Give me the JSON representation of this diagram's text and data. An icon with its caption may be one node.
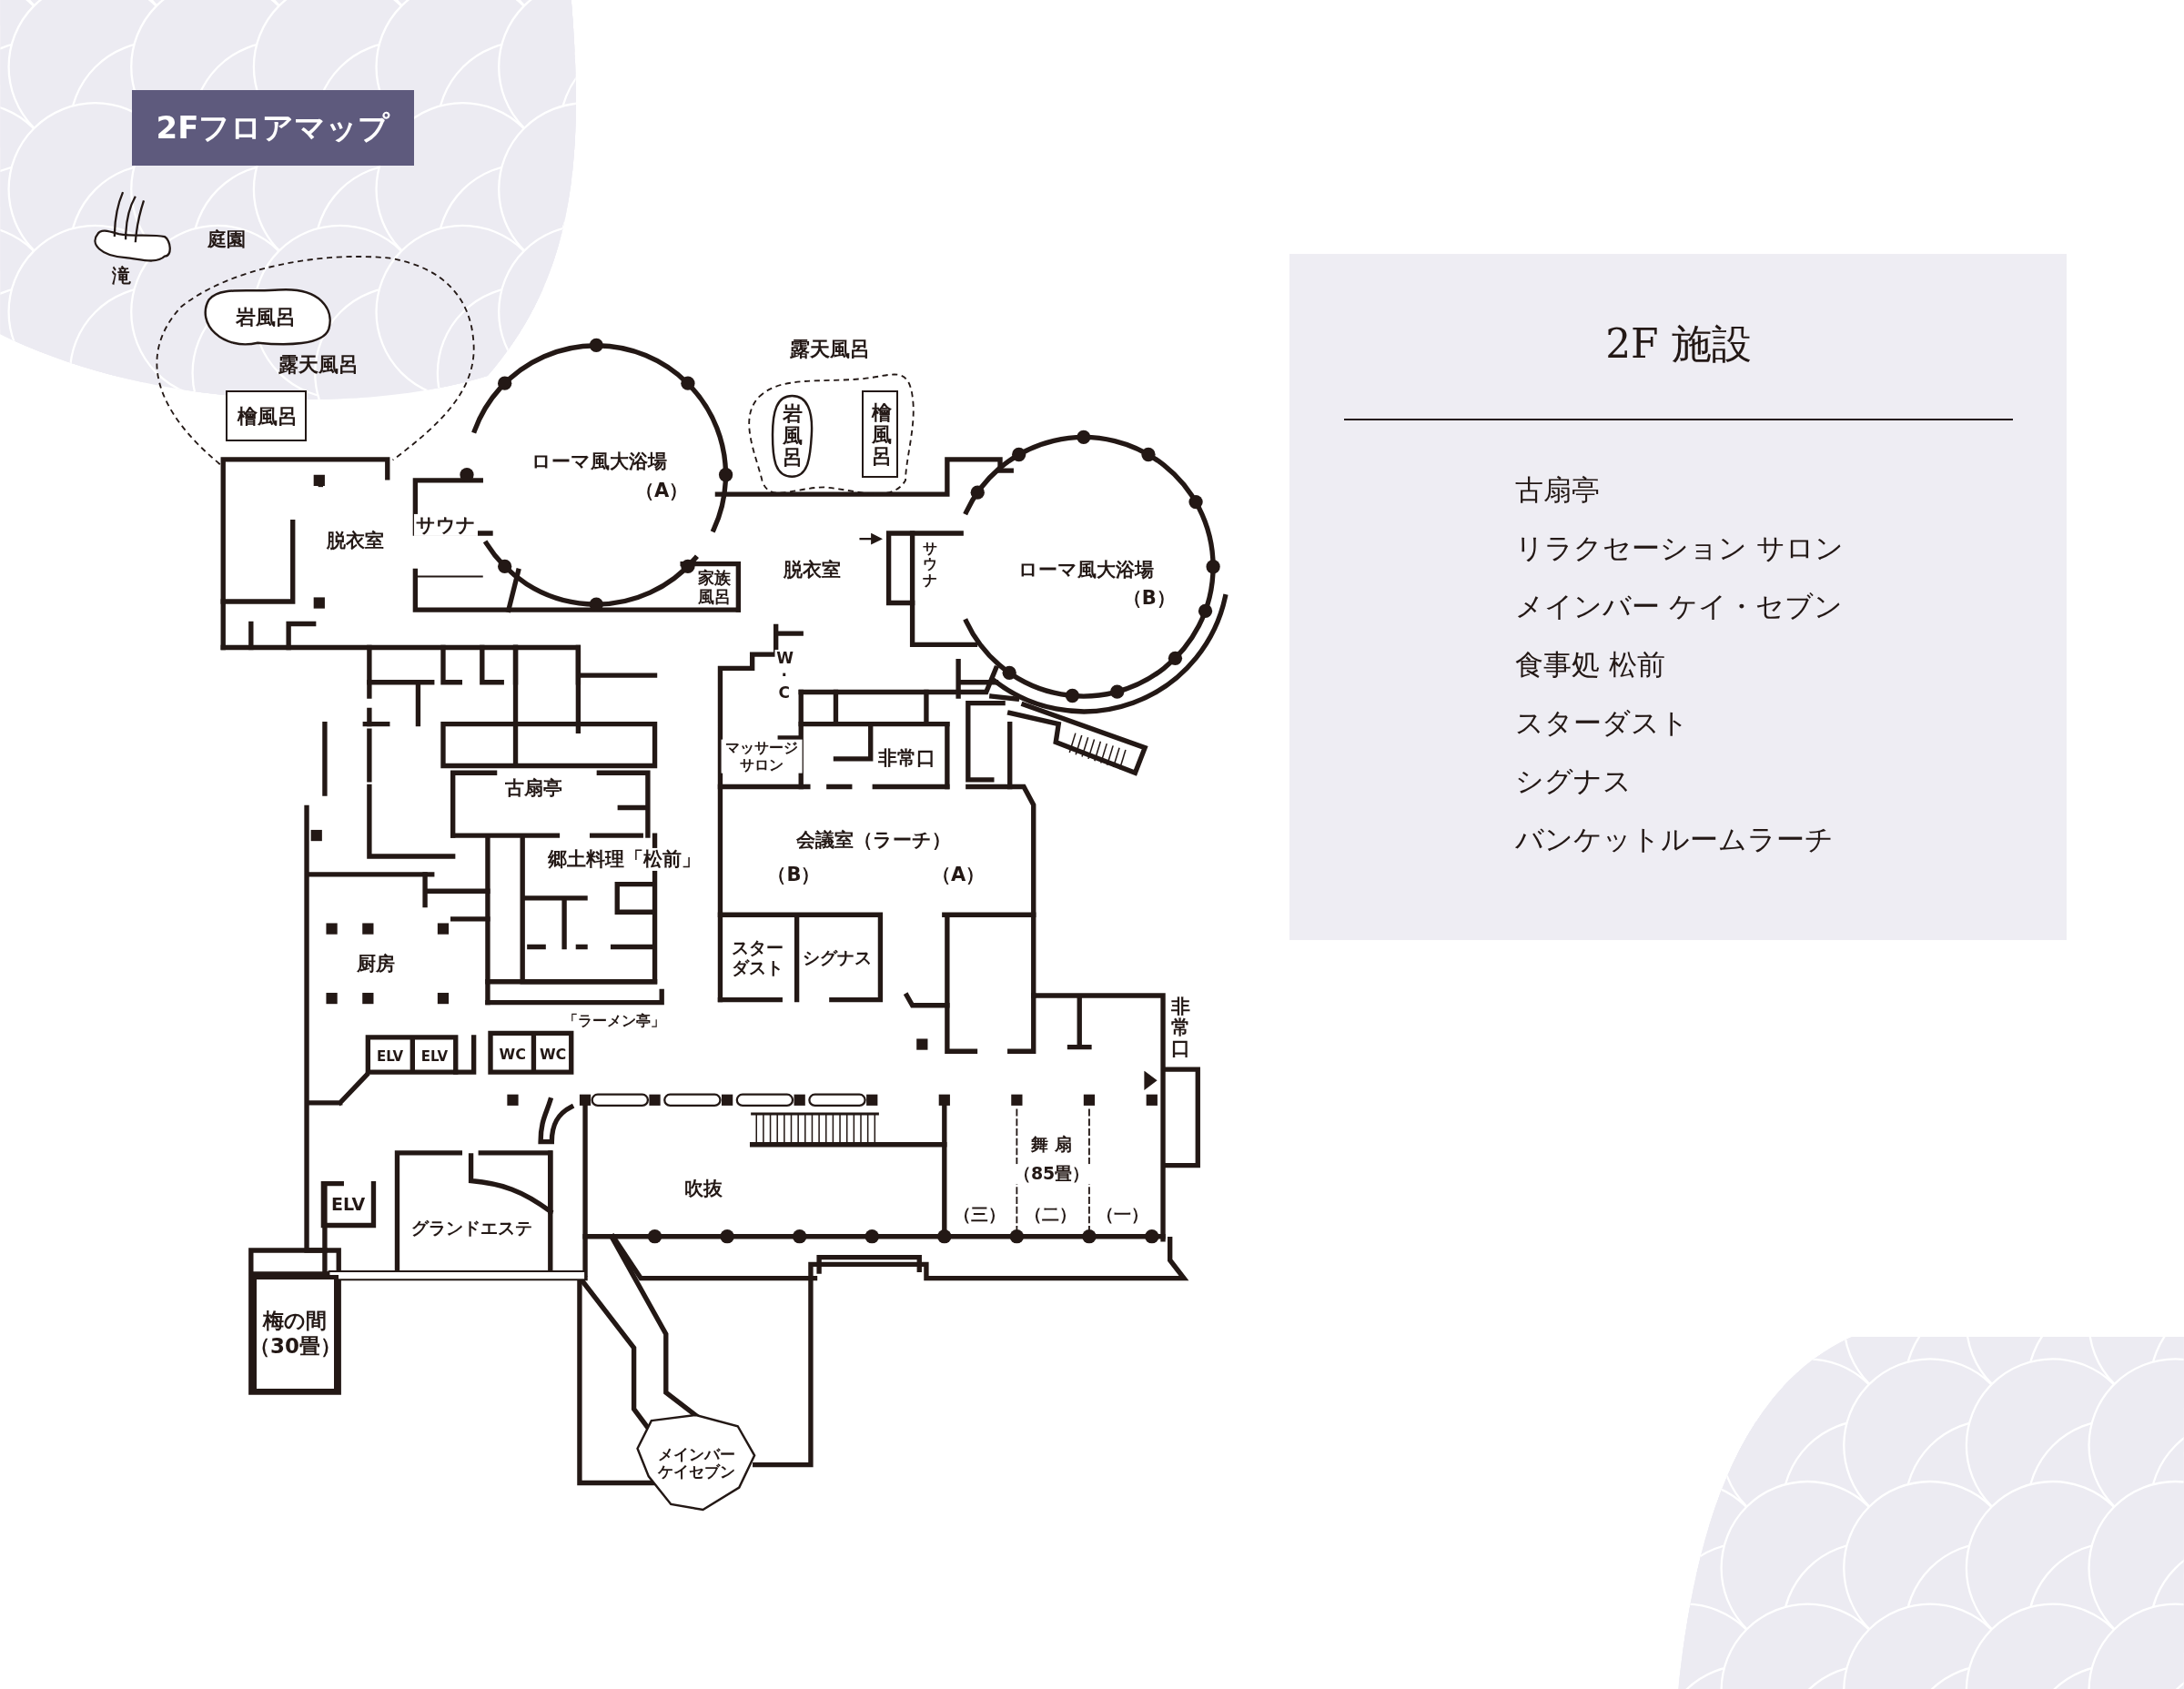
{
  "diagram": {
    "title": "2Fフロアマップ",
    "nodes": [
      {
        "text": [
          "露天風呂"
        ]
      },
      {
        "text": [
          "岩風呂"
        ],
        "in": 0
      },
      {
        "text": [
          "檜風呂"
        ],
        "in": 0
      },
      {
        "text": [
          "露天風呂"
        ]
      },
      {
        "text": [
          "岩風呂"
        ],
        "in": 3
      },
      {
        "text": [
          "檜風呂"
        ],
        "in": 3
      },
      {
        "text": [
          "梅の間",
          "（30畳）"
        ]
      },
      {
        "text": [
          "メインバーケイセブン"
        ]
      },
      {
        "text": [
          "2F 施設",
          "古扇亭",
          "リラクセーション サロン",
          "メインバー ケイ・セブン",
          "食事処 松前",
          "スターダスト",
          "シグナス",
          "バンケットルームラーチ"
        ]
      }
    ],
    "labels": [
      "庭園",
      "滝",
      "ローマ風大浴場",
      "（A）",
      "サウナ",
      "脱衣室",
      "脱衣室",
      "サウナ",
      "ローマ風大浴場",
      "（B）",
      "家族風呂",
      "W·C",
      "マッサージサロン",
      "非常口",
      "古扇亭",
      "会議室（ラーチ）",
      "郷土料理「松前」",
      "（B）",
      "（A）",
      "厨房",
      "スターダスト",
      "シグナス",
      "「ラーメン亭」",
      "非常口",
      "ELV",
      "ELV",
      "WC",
      "WC",
      "舞 扇",
      "（85畳）",
      "吹抜",
      "ELV",
      "（三）",
      "（二）",
      "（一）",
      "グランドエステ"
    ]
  }
}
